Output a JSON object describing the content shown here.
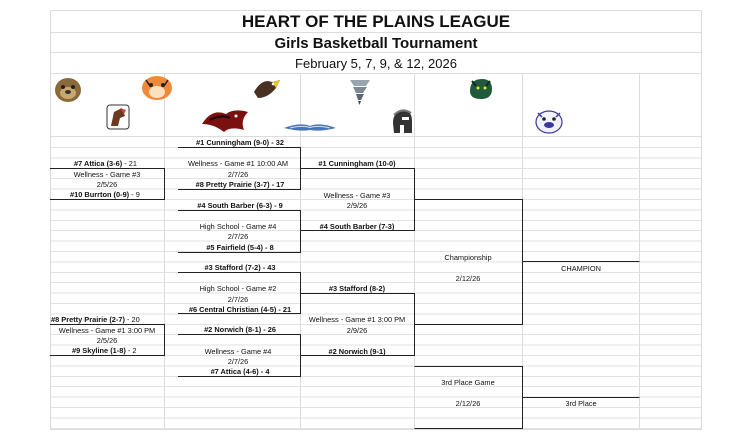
{
  "header": {
    "league": "HEART OF THE PLAINS LEAGUE",
    "tournament": "Girls Basketball Tournament",
    "dates": "February 5, 7, 9, & 12,  2026"
  },
  "round1": {
    "g1_top": "#7 Attica (3-6)",
    "g1_top_score": " - 21",
    "g1_site": "Wellness - Game #3",
    "g1_date": "2/5/26",
    "g1_bottom": "#10 Burrton (0-9)",
    "g1_bottom_score": " - 9",
    "g2_top": "#8 Pretty Prairie (2-7)",
    "g2_top_score": " - 20",
    "g2_site": "Wellness - Game #1 3:00 PM",
    "g2_date": "2/5/26",
    "g2_bottom": "#9 Skyline (1-8)",
    "g2_bottom_score": " - 2"
  },
  "quarterfinals": {
    "q1_top": "#1 Cunningham (9-0) - 32",
    "q1_site": "Wellness - Game #1 10:00 AM",
    "q1_date": "2/7/26",
    "q1_bottom": "#8 Pretty Prairie (3-7) - 17",
    "q2_top": "#4 South Barber (6-3) - 9",
    "q2_site": "High School - Game #4",
    "q2_date": "2/7/26",
    "q2_bottom": "#5 Fairfield (5-4) - 8",
    "q3_top": "#3 Stafford (7-2) - 43",
    "q3_site": "High School - Game #2",
    "q3_date": "2/7/26",
    "q3_bottom": "#6 Central Christian (4-5) - 21",
    "q4_top": "#2 Norwich (8-1) - 26",
    "q4_site": "Wellness - Game #4",
    "q4_date": "2/7/26",
    "q4_bottom": "#7 Attica (4-6) - 4"
  },
  "semifinals": {
    "s1_top": "#1 Cunningham (10-0)",
    "s1_site": "Wellness - Game #3",
    "s1_date": "2/9/26",
    "s1_bottom": "#4 South Barber (7-3)",
    "s2_top": "#3 Stafford (8-2)",
    "s2_site": "Wellness - Game #1 3:00 PM",
    "s2_date": "2/9/26",
    "s2_bottom": "#2 Norwich (9-1)"
  },
  "finals": {
    "championship": "Championship",
    "championship_date": "2/12/26",
    "champion": "CHAMPION",
    "third_game": "3rd Place Game",
    "third_date": "2/12/26",
    "third_place": "3rd Place"
  },
  "logos": [
    "bulldog-logo",
    "tiger-logo",
    "mustang-logo",
    "hawk-logo",
    "eagle-logo",
    "tornado-logo",
    "wings-logo",
    "spartan-logo",
    "panther-logo",
    "bulldog-white-logo"
  ]
}
